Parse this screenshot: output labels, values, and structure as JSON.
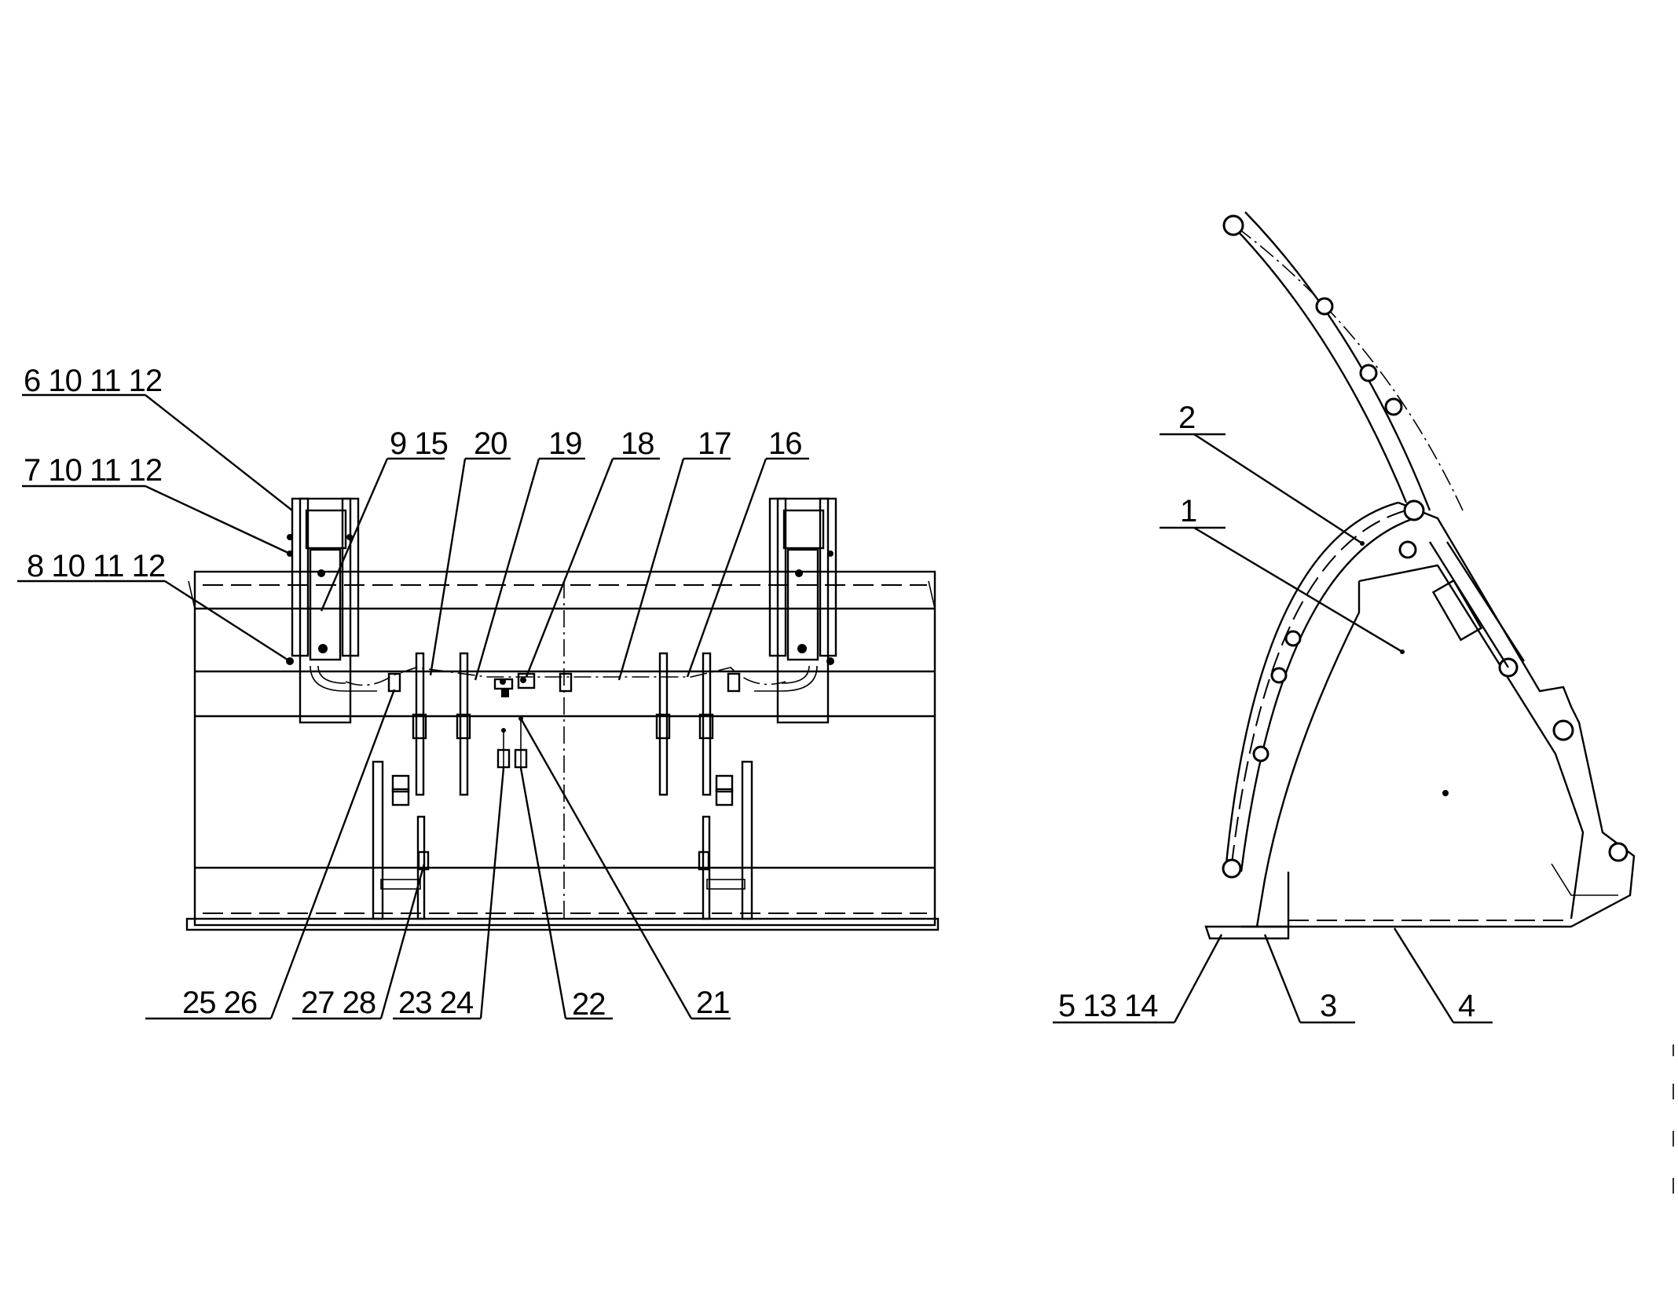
{
  "callouts": {
    "c6": "6 10 11 12",
    "c7": "7 10 11 12",
    "c8": "8 10 11 12",
    "c9": "9 15",
    "c20": "20",
    "c19": "19",
    "c18": "18",
    "c17": "17",
    "c16": "16",
    "c25": "25 26",
    "c27": "27 28",
    "c23": "23 24",
    "c22": "22",
    "c21": "21",
    "c2": "2",
    "c1": "1",
    "c5": "5 13 14",
    "c3": "3",
    "c4": "4"
  }
}
